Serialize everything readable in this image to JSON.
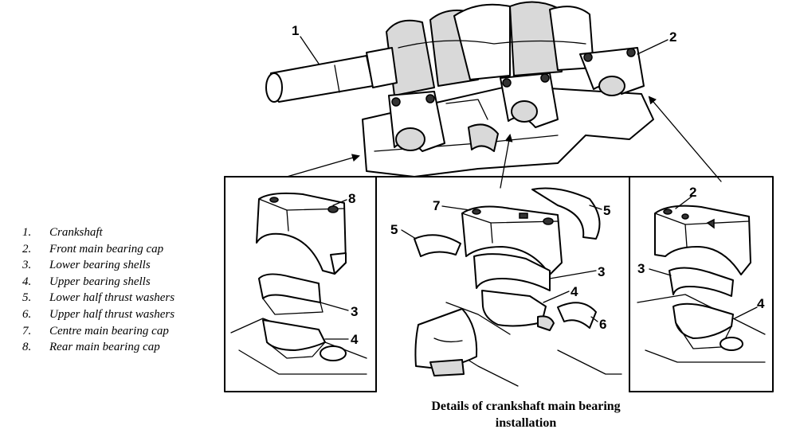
{
  "legend": [
    {
      "num": "1.",
      "text": "Crankshaft"
    },
    {
      "num": "2.",
      "text": "Front main bearing cap"
    },
    {
      "num": "3.",
      "text": "Lower bearing shells"
    },
    {
      "num": "4.",
      "text": "Upper bearing shells"
    },
    {
      "num": "5.",
      "text": "Lower half thrust washers"
    },
    {
      "num": "6.",
      "text": "Upper half thrust washers"
    },
    {
      "num": "7.",
      "text": "Centre main bearing cap"
    },
    {
      "num": "8.",
      "text": "Rear main bearing cap"
    }
  ],
  "caption": {
    "line1": "Details of crankshaft main bearing",
    "line2": "installation"
  },
  "callouts": {
    "crankshaft": "1",
    "top_front_cap": "2",
    "rear_cap": "8",
    "rear_lower_shell": "3",
    "rear_upper_shell": "4",
    "centre_cap": "7",
    "centre_lower_thrust_right": "5",
    "centre_lower_thrust_left": "5",
    "centre_lower_shell": "3",
    "centre_upper_shell": "4",
    "centre_upper_thrust": "6",
    "front_cap": "2",
    "front_lower_shell": "3",
    "front_upper_shell": "4"
  }
}
